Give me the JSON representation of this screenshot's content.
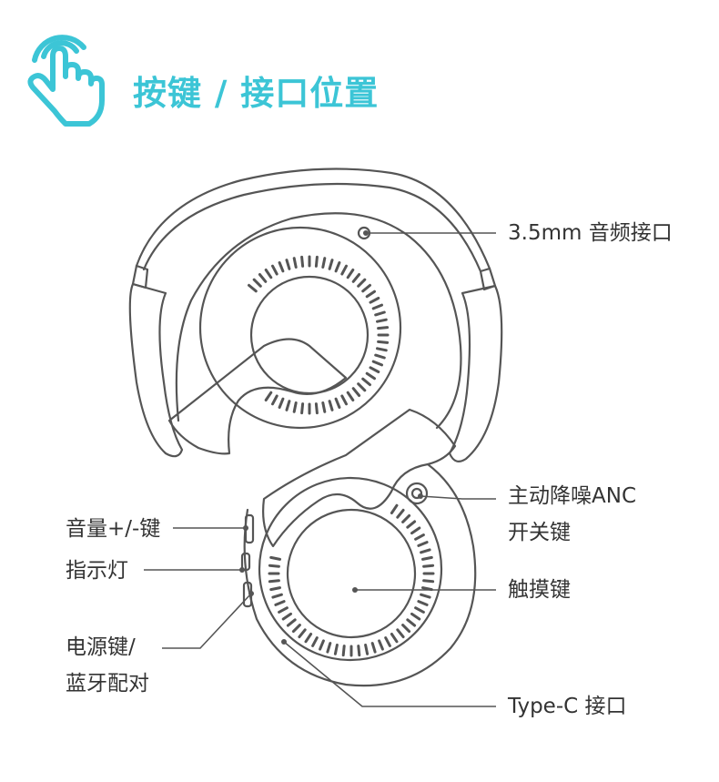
{
  "header": {
    "title": "按键 / 接口位置",
    "icon": "tap-hand-icon"
  },
  "colors": {
    "accent": "#3cc5d6",
    "line": "#555555",
    "text": "#333333"
  },
  "labels": {
    "audio_jack": "3.5mm 音频接口",
    "anc_line1": "主动降噪ANC",
    "anc_line2": "开关键",
    "touch": "触摸键",
    "usb_c": "Type-C 接口",
    "volume": "音量+/-键",
    "indicator": "指示灯",
    "power_line1": "电源键/",
    "power_line2": "蓝牙配对"
  }
}
